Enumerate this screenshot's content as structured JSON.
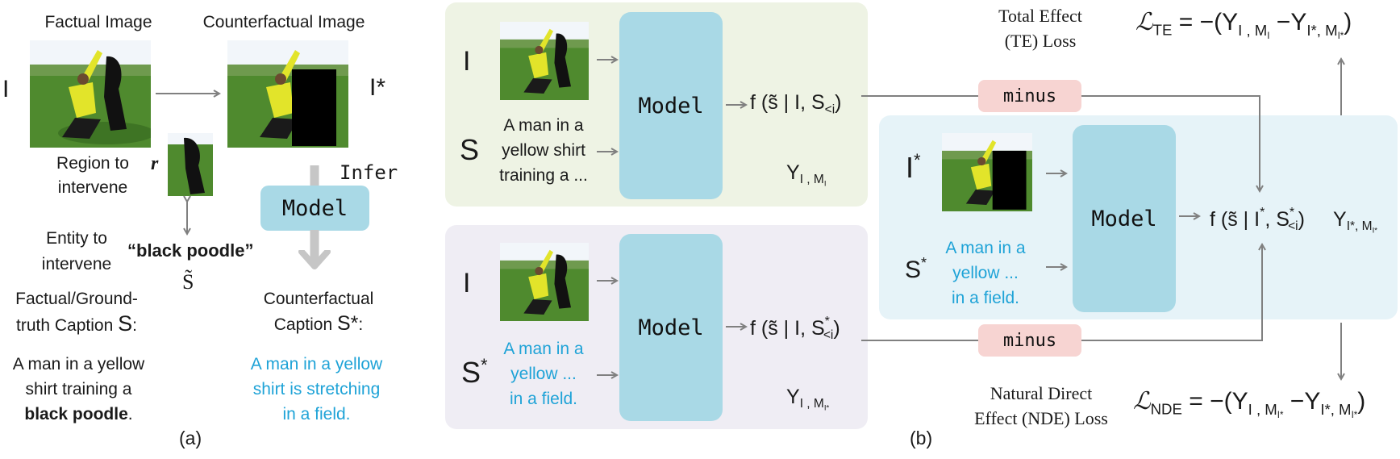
{
  "panel_a": {
    "factual_image_title": "Factual Image",
    "counterfactual_image_title": "Counterfactual Image",
    "label_I": "I",
    "label_I_star": "I*",
    "region_label": "Region to intervene",
    "region_symbol": "r",
    "entity_label": "Entity to intervene",
    "entity_quote": "“black poodle”",
    "entity_symbol": "S̃",
    "model_label": "Model",
    "infer_label": "Infer",
    "factual_caption_label_line1": "Factual/Ground-",
    "factual_caption_label_line2": "truth Caption",
    "factual_caption_symbol": "S",
    "colon": ":",
    "cf_caption_label_line1": "Counterfactual",
    "cf_caption_label_line2": "Caption",
    "cf_caption_symbol": "S*",
    "factual_caption_line1": "A man in a yellow",
    "factual_caption_line2": "shirt training a",
    "factual_caption_bold": "black poodle",
    "factual_caption_end": ".",
    "cf_caption_line1": "A man in a yellow",
    "cf_caption_line2": "shirt is stretching",
    "cf_caption_line3": "in a field.",
    "tag": "(a)"
  },
  "panel_b": {
    "tag": "(b)",
    "model_label": "Model",
    "minus_label": "minus",
    "top": {
      "input_I": "I",
      "input_S": "S",
      "caption_line1": "A man in a",
      "caption_line2": "yellow shirt",
      "caption_line3": "training a ...",
      "output_f": "f",
      "output_args": "(s̃ | I, S",
      "output_sub": "<i",
      "output_close": ")",
      "y_base": "Y",
      "y_sub": "I , M",
      "y_subsub": "I"
    },
    "bottom": {
      "input_I": "I",
      "input_S": "S",
      "input_S_sup": "*",
      "caption_line1": "A man in a",
      "caption_line2": "yellow ...",
      "caption_line3": "in a field.",
      "output_f": "f",
      "output_args": "(s̃ | I, S",
      "output_sup": "*",
      "output_sub": "<i",
      "output_close": ")",
      "y_base": "Y",
      "y_sub": "I , M",
      "y_subsub": "I*"
    },
    "right": {
      "input_I": "I",
      "input_I_sup": "*",
      "input_S": "S",
      "input_S_sup": "*",
      "caption_line1": "A man in a",
      "caption_line2": "yellow ...",
      "caption_line3": "in a field.",
      "output_f": "f",
      "output_args": "(s̃ | I",
      "output_I_sup": "*",
      "output_S": ", S",
      "output_sup": "*",
      "output_sub": "<i",
      "output_close": ")",
      "y_base": "Y",
      "y_sub": "I*, M",
      "y_subsub": "I*"
    },
    "te": {
      "title_line1": "Total Effect",
      "title_line2": "(TE) Loss",
      "loss_symbol": "ℒ",
      "loss_sub": "TE",
      "eq": "= −(",
      "y1_sub": "I , M",
      "y1_subsub": "I",
      "minus": " −",
      "y2_sub": "I*, M",
      "y2_subsub": "I*",
      "close": ")"
    },
    "nde": {
      "title_line1": "Natural Direct",
      "title_line2": "Effect (NDE) Loss",
      "loss_symbol": "ℒ",
      "loss_sub": "NDE",
      "eq": "= −(",
      "y1_sub": "I , M",
      "y1_subsub": "I*",
      "minus": " −",
      "y2_sub": "I*, M",
      "y2_subsub": "I*",
      "close": ")"
    }
  },
  "colors": {
    "model_box": "#a9d9e6",
    "minus_box": "#f7d4d2",
    "top_panel": "#eef3e4",
    "bottom_panel": "#efedf4",
    "right_panel": "#e6f3f8",
    "counterfactual_text": "#1fa3d7",
    "arrow": "#808080"
  }
}
